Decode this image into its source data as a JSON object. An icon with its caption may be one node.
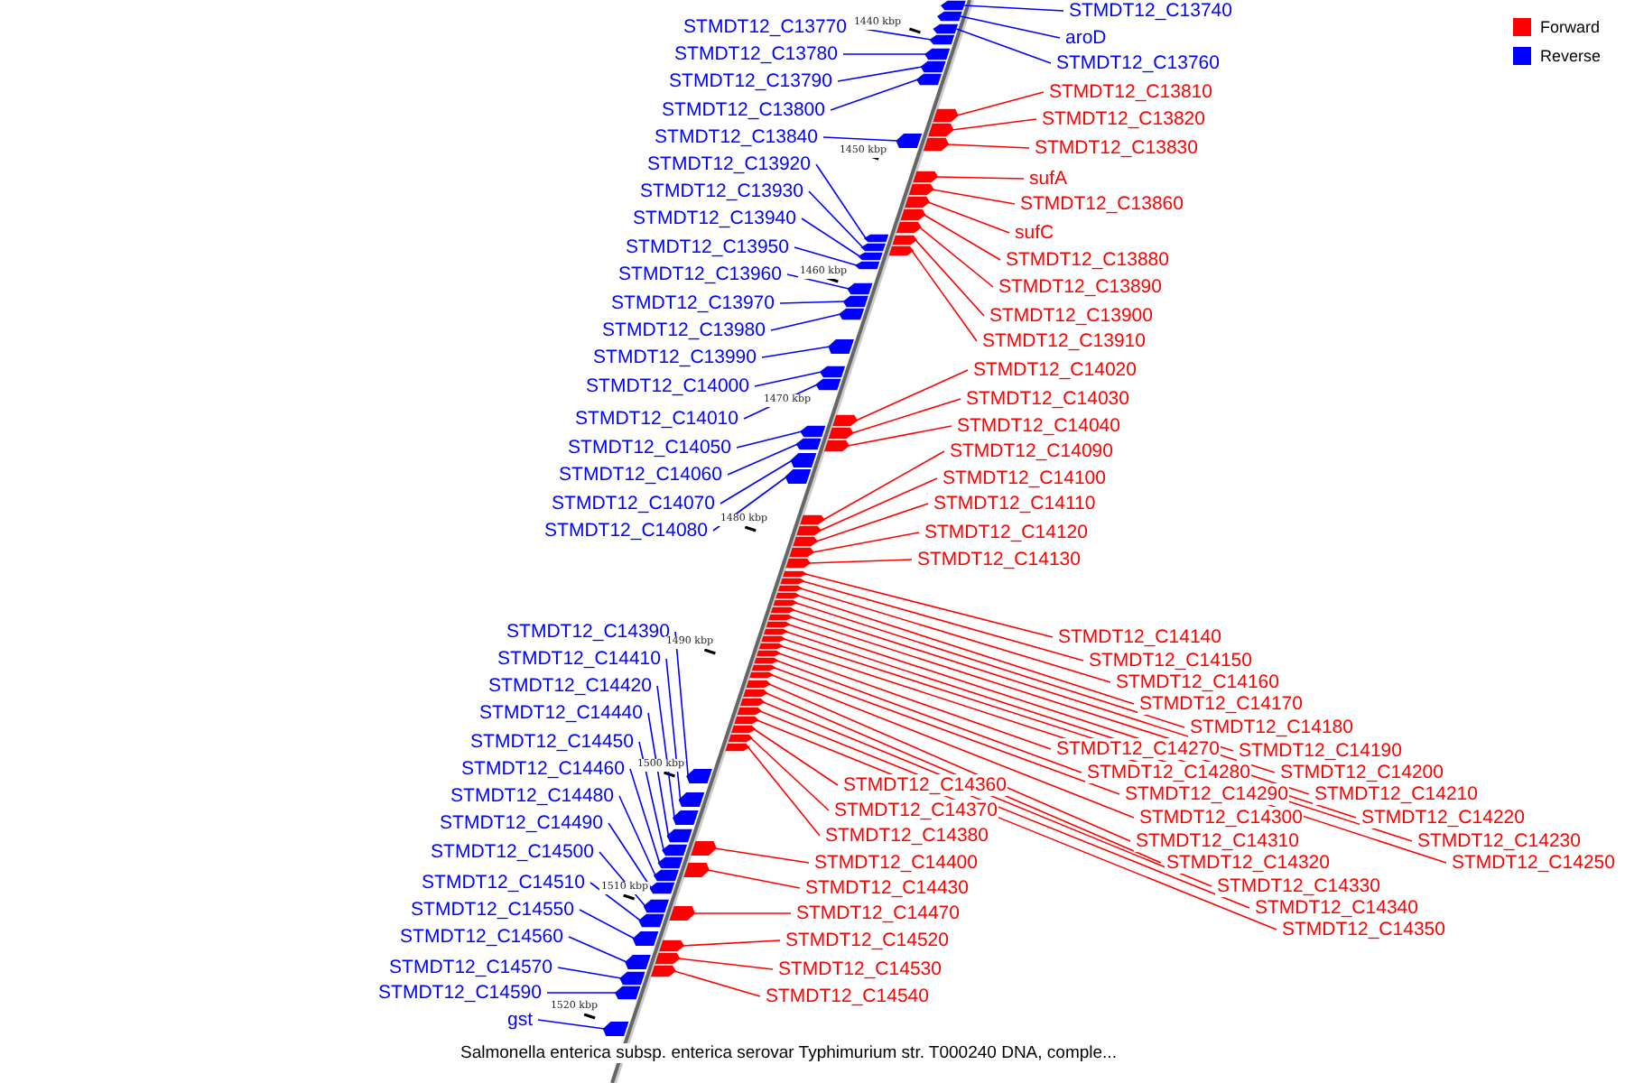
{
  "diagram": {
    "caption": "Salmonella enterica subsp. enterica serovar Typhimurium str. T000240 DNA, comple...",
    "nodes": [
      {
        "text": [
          "STMDT12_C13740"
        ]
      },
      {
        "text": [
          "aroD"
        ]
      },
      {
        "text": [
          "STMDT12_C13760"
        ]
      },
      {
        "text": [
          "STMDT12_C13770"
        ]
      },
      {
        "text": [
          "STMDT12_C13780"
        ]
      },
      {
        "text": [
          "STMDT12_C13790"
        ]
      },
      {
        "text": [
          "STMDT12_C13800"
        ]
      },
      {
        "text": [
          "STMDT12_C13840"
        ]
      },
      {
        "text": [
          "STMDT12_C13920"
        ]
      },
      {
        "text": [
          "STMDT12_C13930"
        ]
      },
      {
        "text": [
          "STMDT12_C13940"
        ]
      },
      {
        "text": [
          "STMDT12_C13950"
        ]
      },
      {
        "text": [
          "STMDT12_C13960"
        ]
      },
      {
        "text": [
          "STMDT12_C13970"
        ]
      },
      {
        "text": [
          "STMDT12_C13980"
        ]
      },
      {
        "text": [
          "STMDT12_C13990"
        ]
      },
      {
        "text": [
          "STMDT12_C14000"
        ]
      },
      {
        "text": [
          "STMDT12_C14010"
        ]
      },
      {
        "text": [
          "STMDT12_C14050"
        ]
      },
      {
        "text": [
          "STMDT12_C14060"
        ]
      },
      {
        "text": [
          "STMDT12_C14070"
        ]
      },
      {
        "text": [
          "STMDT12_C14080"
        ]
      },
      {
        "text": [
          "STMDT12_C13810"
        ]
      },
      {
        "text": [
          "STMDT12_C13820"
        ]
      },
      {
        "text": [
          "STMDT12_C13830"
        ]
      },
      {
        "text": [
          "sufA"
        ]
      },
      {
        "text": [
          "STMDT12_C13860"
        ]
      },
      {
        "text": [
          "sufC"
        ]
      },
      {
        "text": [
          "STMDT12_C13880"
        ]
      },
      {
        "text": [
          "STMDT12_C13890"
        ]
      },
      {
        "text": [
          "STMDT12_C13900"
        ]
      },
      {
        "text": [
          "STMDT12_C13910"
        ]
      },
      {
        "text": [
          "STMDT12_C14020"
        ]
      },
      {
        "text": [
          "STMDT12_C14030"
        ]
      },
      {
        "text": [
          "STMDT12_C14040"
        ]
      },
      {
        "text": [
          "STMDT12_C14090"
        ]
      },
      {
        "text": [
          "STMDT12_C14100"
        ]
      },
      {
        "text": [
          "STMDT12_C14110"
        ]
      },
      {
        "text": [
          "STMDT12_C14120"
        ]
      },
      {
        "text": [
          "STMDT12_C14130"
        ]
      },
      {
        "text": [
          "STMDT12_C14140"
        ]
      },
      {
        "text": [
          "STMDT12_C14150"
        ]
      },
      {
        "text": [
          "STMDT12_C14160"
        ]
      },
      {
        "text": [
          "STMDT12_C14170"
        ]
      },
      {
        "text": [
          "STMDT12_C14180"
        ]
      },
      {
        "text": [
          "STMDT12_C14190"
        ]
      },
      {
        "text": [
          "STMDT12_C14200"
        ]
      },
      {
        "text": [
          "STMDT12_C14210"
        ]
      },
      {
        "text": [
          "STMDT12_C14220"
        ]
      },
      {
        "text": [
          "STMDT12_C14230"
        ]
      },
      {
        "text": [
          "STMDT12_C14250"
        ]
      },
      {
        "text": [
          "STMDT12_C14270"
        ]
      },
      {
        "text": [
          "STMDT12_C14280"
        ]
      },
      {
        "text": [
          "STMDT12_C14290"
        ]
      },
      {
        "text": [
          "STMDT12_C14300"
        ]
      },
      {
        "text": [
          "STMDT12_C14310"
        ]
      },
      {
        "text": [
          "STMDT12_C14320"
        ]
      },
      {
        "text": [
          "STMDT12_C14330"
        ]
      },
      {
        "text": [
          "STMDT12_C14340"
        ]
      },
      {
        "text": [
          "STMDT12_C14350"
        ]
      },
      {
        "text": [
          "STMDT12_C14360"
        ]
      },
      {
        "text": [
          "STMDT12_C14370"
        ]
      },
      {
        "text": [
          "STMDT12_C14380"
        ]
      },
      {
        "text": [
          "STMDT12_C14400"
        ]
      },
      {
        "text": [
          "STMDT12_C14430"
        ]
      },
      {
        "text": [
          "STMDT12_C14470"
        ]
      },
      {
        "text": [
          "STMDT12_C14520"
        ]
      },
      {
        "text": [
          "STMDT12_C14530"
        ]
      },
      {
        "text": [
          "STMDT12_C14540"
        ]
      },
      {
        "text": [
          "STMDT12_C14390"
        ]
      },
      {
        "text": [
          "STMDT12_C14410"
        ]
      },
      {
        "text": [
          "STMDT12_C14420"
        ]
      },
      {
        "text": [
          "STMDT12_C14440"
        ]
      },
      {
        "text": [
          "STMDT12_C14450"
        ]
      },
      {
        "text": [
          "STMDT12_C14460"
        ]
      },
      {
        "text": [
          "STMDT12_C14480"
        ]
      },
      {
        "text": [
          "STMDT12_C14490"
        ]
      },
      {
        "text": [
          "STMDT12_C14500"
        ]
      },
      {
        "text": [
          "STMDT12_C14510"
        ]
      },
      {
        "text": [
          "STMDT12_C14550"
        ]
      },
      {
        "text": [
          "STMDT12_C14560"
        ]
      },
      {
        "text": [
          "STMDT12_C14570"
        ]
      },
      {
        "text": [
          "STMDT12_C14590"
        ]
      },
      {
        "text": [
          "gst"
        ]
      },
      {
        "text": [],
        "shape": "arrow"
      },
      {
        "text": [],
        "shape": "arrow"
      },
      {
        "text": [],
        "shape": "arrow"
      },
      {
        "text": [],
        "shape": "arrow"
      },
      {
        "text": [],
        "shape": "arrow"
      },
      {
        "text": [],
        "shape": "arrow"
      },
      {
        "text": [],
        "shape": "arrow"
      },
      {
        "text": [],
        "shape": "arrow"
      },
      {
        "text": [],
        "shape": "arrow"
      },
      {
        "text": [],
        "shape": "arrow"
      },
      {
        "text": [],
        "shape": "arrow"
      },
      {
        "text": [],
        "shape": "arrow"
      },
      {
        "text": [],
        "shape": "arrow"
      },
      {
        "text": [],
        "shape": "arrow"
      },
      {
        "text": [],
        "shape": "arrow"
      },
      {
        "text": [],
        "shape": "arrow"
      },
      {
        "text": [],
        "shape": "arrow"
      },
      {
        "text": [],
        "shape": "arrow"
      },
      {
        "text": [],
        "shape": "arrow"
      },
      {
        "text": [],
        "shape": "arrow"
      },
      {
        "text": [],
        "shape": "arrow"
      },
      {
        "text": [],
        "shape": "arrow"
      },
      {
        "text": [],
        "shape": "arrow"
      },
      {
        "text": [],
        "shape": "arrow"
      },
      {
        "text": [],
        "shape": "arrow"
      },
      {
        "text": [],
        "shape": "arrow"
      },
      {
        "text": [],
        "shape": "arrow"
      },
      {
        "text": [],
        "shape": "arrow"
      },
      {
        "text": [],
        "shape": "arrow"
      },
      {
        "text": [],
        "shape": "arrow"
      },
      {
        "text": [],
        "shape": "arrow"
      },
      {
        "text": [],
        "shape": "arrow"
      },
      {
        "text": [],
        "shape": "arrow"
      },
      {
        "text": [],
        "shape": "arrow"
      },
      {
        "text": [],
        "shape": "arrow"
      },
      {
        "text": [],
        "shape": "arrow"
      },
      {
        "text": [],
        "shape": "arrow"
      },
      {
        "text": [],
        "shape": "arrow"
      },
      {
        "text": [],
        "shape": "arrow"
      },
      {
        "text": [],
        "shape": "arrow"
      },
      {
        "text": [],
        "shape": "arrow"
      },
      {
        "text": [],
        "shape": "arrow"
      },
      {
        "text": [],
        "shape": "arrow"
      },
      {
        "text": [],
        "shape": "arrow"
      },
      {
        "text": [],
        "shape": "arrow"
      },
      {
        "text": [],
        "shape": "arrow"
      },
      {
        "text": [],
        "shape": "arrow"
      },
      {
        "text": [],
        "shape": "arrow"
      },
      {
        "text": [],
        "shape": "arrow"
      },
      {
        "text": [],
        "shape": "arrow"
      },
      {
        "text": [],
        "shape": "arrow"
      },
      {
        "text": [],
        "shape": "arrow"
      },
      {
        "text": [],
        "shape": "arrow"
      },
      {
        "text": [],
        "shape": "arrow"
      },
      {
        "text": [],
        "shape": "arrow"
      },
      {
        "text": [],
        "shape": "arrow"
      },
      {
        "text": [],
        "shape": "arrow"
      },
      {
        "text": [],
        "shape": "arrow"
      },
      {
        "text": [],
        "shape": "arrow"
      },
      {
        "text": [],
        "shape": "arrow"
      },
      {
        "text": [],
        "shape": "arrow"
      },
      {
        "text": [],
        "shape": "arrow"
      },
      {
        "text": [],
        "shape": "arrow"
      },
      {
        "text": [],
        "shape": "arrow"
      },
      {
        "text": [],
        "shape": "arrow"
      },
      {
        "text": [],
        "shape": "arrow"
      },
      {
        "text": [],
        "shape": "arrow"
      },
      {
        "text": [],
        "shape": "arrow"
      },
      {
        "text": [],
        "shape": "arrow"
      },
      {
        "text": [],
        "shape": "arrow"
      },
      {
        "text": [],
        "shape": "arrow"
      },
      {
        "text": [],
        "shape": "arrow"
      },
      {
        "text": [],
        "shape": "arrow"
      },
      {
        "text": [],
        "shape": "arrow"
      },
      {
        "text": [],
        "shape": "arrow"
      },
      {
        "text": [],
        "shape": "arrow"
      },
      {
        "text": [],
        "shape": "arrow"
      },
      {
        "text": [],
        "shape": "arrow"
      },
      {
        "text": [],
        "shape": "arrow"
      },
      {
        "text": [],
        "shape": "arrow"
      },
      {
        "text": [],
        "shape": "arrow"
      },
      {
        "text": [],
        "shape": "arrow"
      },
      {
        "text": [],
        "shape": "arrow"
      },
      {
        "text": [],
        "shape": "arrow"
      }
    ],
    "edges": [
      {
        "from": 0,
        "to": 84,
        "arrow": "none",
        "color": "#0000ff"
      },
      {
        "from": 1,
        "to": 85,
        "arrow": "none",
        "color": "#0000ff"
      },
      {
        "from": 2,
        "to": 86,
        "arrow": "none",
        "color": "#0000ff"
      },
      {
        "from": 3,
        "to": 87,
        "arrow": "none",
        "color": "#0000ff"
      },
      {
        "from": 4,
        "to": 88,
        "arrow": "none",
        "color": "#0000ff"
      },
      {
        "from": 5,
        "to": 89,
        "arrow": "none",
        "color": "#0000ff"
      },
      {
        "from": 6,
        "to": 90,
        "arrow": "none",
        "color": "#0000ff"
      },
      {
        "from": 7,
        "to": 91,
        "arrow": "none",
        "color": "#0000ff"
      },
      {
        "from": 8,
        "to": 92,
        "arrow": "none",
        "color": "#0000ff"
      },
      {
        "from": 9,
        "to": 93,
        "arrow": "none",
        "color": "#0000ff"
      },
      {
        "from": 10,
        "to": 94,
        "arrow": "none",
        "color": "#0000ff"
      },
      {
        "from": 11,
        "to": 95,
        "arrow": "none",
        "color": "#0000ff"
      },
      {
        "from": 12,
        "to": 96,
        "arrow": "none",
        "color": "#0000ff"
      },
      {
        "from": 13,
        "to": 97,
        "arrow": "none",
        "color": "#0000ff"
      },
      {
        "from": 14,
        "to": 98,
        "arrow": "none",
        "color": "#0000ff"
      },
      {
        "from": 15,
        "to": 99,
        "arrow": "none",
        "color": "#0000ff"
      },
      {
        "from": 16,
        "to": 100,
        "arrow": "none",
        "color": "#0000ff"
      },
      {
        "from": 17,
        "to": 101,
        "arrow": "none",
        "color": "#0000ff"
      },
      {
        "from": 18,
        "to": 102,
        "arrow": "none",
        "color": "#0000ff"
      },
      {
        "from": 19,
        "to": 103,
        "arrow": "none",
        "color": "#0000ff"
      },
      {
        "from": 20,
        "to": 104,
        "arrow": "none",
        "color": "#0000ff"
      },
      {
        "from": 21,
        "to": 105,
        "arrow": "none",
        "color": "#0000ff"
      },
      {
        "from": 22,
        "to": 106,
        "arrow": "none"
      },
      {
        "from": 23,
        "to": 107,
        "arrow": "none"
      },
      {
        "from": 24,
        "to": 108,
        "arrow": "none"
      },
      {
        "from": 25,
        "to": 109,
        "arrow": "none"
      },
      {
        "from": 26,
        "to": 110,
        "arrow": "none"
      },
      {
        "from": 27,
        "to": 111,
        "arrow": "none"
      },
      {
        "from": 28,
        "to": 112,
        "arrow": "none"
      },
      {
        "from": 29,
        "to": 113,
        "arrow": "none"
      },
      {
        "from": 30,
        "to": 114,
        "arrow": "none"
      },
      {
        "from": 31,
        "to": 115,
        "arrow": "none"
      },
      {
        "from": 32,
        "to": 116,
        "arrow": "none"
      },
      {
        "from": 33,
        "to": 117,
        "arrow": "none"
      },
      {
        "from": 34,
        "to": 118,
        "arrow": "none"
      },
      {
        "from": 35,
        "to": 119,
        "arrow": "none"
      },
      {
        "from": 36,
        "to": 120,
        "arrow": "none"
      },
      {
        "from": 37,
        "to": 121,
        "arrow": "none"
      },
      {
        "from": 38,
        "to": 122,
        "arrow": "none"
      },
      {
        "from": 39,
        "to": 123,
        "arrow": "none"
      },
      {
        "from": 40,
        "to": 124,
        "arrow": "none"
      },
      {
        "from": 41,
        "to": 125,
        "arrow": "none"
      },
      {
        "from": 42,
        "to": 126,
        "arrow": "none"
      },
      {
        "from": 43,
        "to": 127,
        "arrow": "none"
      },
      {
        "from": 44,
        "to": 128,
        "arrow": "none"
      },
      {
        "from": 45,
        "to": 129,
        "arrow": "none"
      },
      {
        "from": 46,
        "to": 130,
        "arrow": "none"
      },
      {
        "from": 47,
        "to": 131,
        "arrow": "none"
      },
      {
        "from": 48,
        "to": 132,
        "arrow": "none"
      },
      {
        "from": 49,
        "to": 133,
        "arrow": "none"
      },
      {
        "from": 50,
        "to": 134,
        "arrow": "none"
      },
      {
        "from": 51,
        "to": 135,
        "arrow": "none"
      },
      {
        "from": 52,
        "to": 136,
        "arrow": "none"
      },
      {
        "from": 53,
        "to": 137,
        "arrow": "none"
      },
      {
        "from": 54,
        "to": 138,
        "arrow": "none"
      },
      {
        "from": 55,
        "to": 139,
        "arrow": "none"
      },
      {
        "from": 56,
        "to": 140,
        "arrow": "none"
      },
      {
        "from": 57,
        "to": 141,
        "arrow": "none"
      },
      {
        "from": 58,
        "to": 142,
        "arrow": "none"
      },
      {
        "from": 59,
        "to": 143,
        "arrow": "none"
      },
      {
        "from": 60,
        "to": 144,
        "arrow": "none"
      },
      {
        "from": 61,
        "to": 145,
        "arrow": "none"
      },
      {
        "from": 62,
        "to": 146,
        "arrow": "none"
      },
      {
        "from": 63,
        "to": 147,
        "arrow": "none"
      },
      {
        "from": 64,
        "to": 148,
        "arrow": "none"
      },
      {
        "from": 65,
        "to": 149,
        "arrow": "none"
      },
      {
        "from": 66,
        "to": 150,
        "arrow": "none"
      },
      {
        "from": 67,
        "to": 151,
        "arrow": "none"
      },
      {
        "from": 68,
        "to": 152,
        "arrow": "none"
      },
      {
        "from": 69,
        "to": 153,
        "arrow": "none",
        "color": "#0000ff"
      },
      {
        "from": 70,
        "to": 154,
        "arrow": "none",
        "color": "#0000ff"
      },
      {
        "from": 71,
        "to": 155,
        "arrow": "none",
        "color": "#0000ff"
      },
      {
        "from": 72,
        "to": 156,
        "arrow": "none",
        "color": "#0000ff"
      },
      {
        "from": 73,
        "to": 157,
        "arrow": "none",
        "color": "#0000ff"
      },
      {
        "from": 74,
        "to": 158,
        "arrow": "none",
        "color": "#0000ff"
      },
      {
        "from": 75,
        "to": 159,
        "arrow": "none",
        "color": "#0000ff"
      },
      {
        "from": 76,
        "to": 160,
        "arrow": "none",
        "color": "#0000ff"
      },
      {
        "from": 77,
        "to": 161,
        "arrow": "none",
        "color": "#0000ff"
      },
      {
        "from": 78,
        "to": 162,
        "arrow": "none",
        "color": "#0000ff"
      },
      {
        "from": 79,
        "to": 163,
        "arrow": "none",
        "color": "#0000ff"
      },
      {
        "from": 80,
        "to": 164,
        "arrow": "none",
        "color": "#0000ff"
      },
      {
        "from": 81,
        "to": 165,
        "arrow": "none",
        "color": "#0000ff"
      },
      {
        "from": 82,
        "to": 166,
        "arrow": "none",
        "color": "#0000ff"
      },
      {
        "from": 83,
        "to": 167,
        "arrow": "none",
        "color": "#0000ff"
      }
    ],
    "labels": [
      "1440 kbp",
      "1450 kbp",
      "1460 kbp",
      "1470 kbp",
      "1480 kbp",
      "1490 kbp",
      "1500 kbp",
      "1510 kbp",
      "1520 kbp"
    ],
    "legend": [
      {
        "text": "Forward",
        "color": "#ff0000"
      },
      {
        "text": "Reverse",
        "color": "#0000ff"
      }
    ]
  }
}
